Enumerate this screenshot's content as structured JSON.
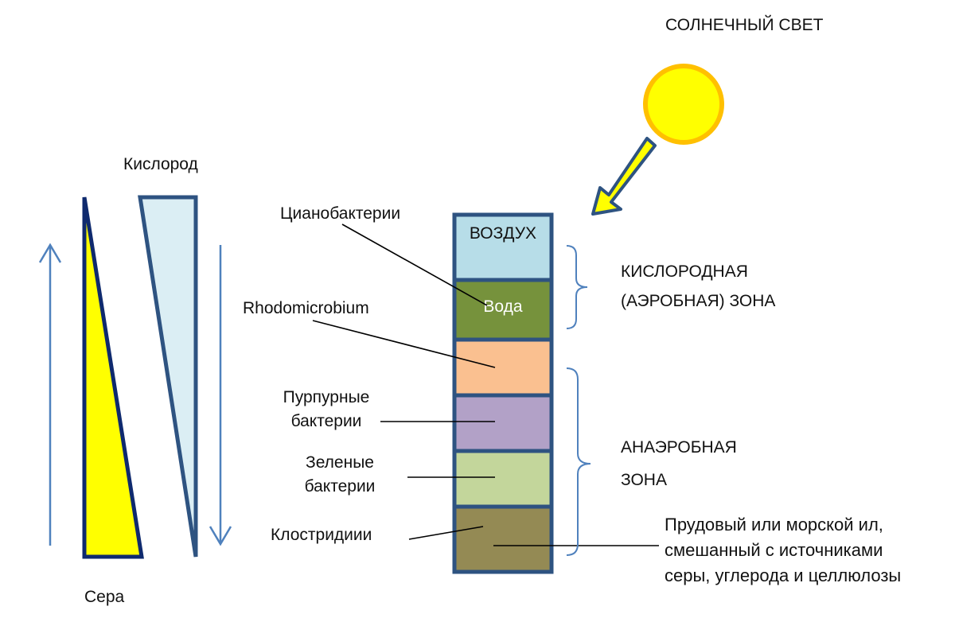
{
  "sun_label": "СОЛНЕЧНЫЙ СВЕТ",
  "oxygen_label": "Кислород",
  "sulfur_label": "Сера",
  "column_layers": {
    "air": "ВОЗДУХ",
    "water": "Вода"
  },
  "organisms": {
    "cyanobacteria": "Цианобактерии",
    "rhodomicrobium": "Rhodomicrobium",
    "purple_1": "Пурпурные",
    "purple_2": "бактерии",
    "green_1": "Зеленые",
    "green_2": "бактерии",
    "clostridia": "Клостридиии"
  },
  "zones": {
    "aerobic_1": "КИСЛОРОДНАЯ",
    "aerobic_2": "(АЭРОБНАЯ) ЗОНА",
    "anaerobic_1": "АНАЭРОБНАЯ",
    "anaerobic_2": "ЗОНА"
  },
  "sediment": {
    "line1": "Прудовый или морской ил,",
    "line2": "смешанный с  источниками",
    "line3": "серы, углерода и целлюлозы"
  },
  "colors": {
    "sun_fill": "#ffff00",
    "sun_stroke": "#ffc000",
    "arrow_fill": "#ffff00",
    "air": "#b7dde8",
    "water": "#76923c",
    "layer_orange": "#fac090",
    "layer_purple": "#b2a1c7",
    "layer_green": "#c3d69b",
    "layer_mud": "#948a54",
    "column_stroke": "#2e5381",
    "oxygen_wedge": "#dbeef4",
    "sulfur_wedge": "#ffff00",
    "guide_arrow": "#4f81bd",
    "bracket": "#4f81bd"
  }
}
